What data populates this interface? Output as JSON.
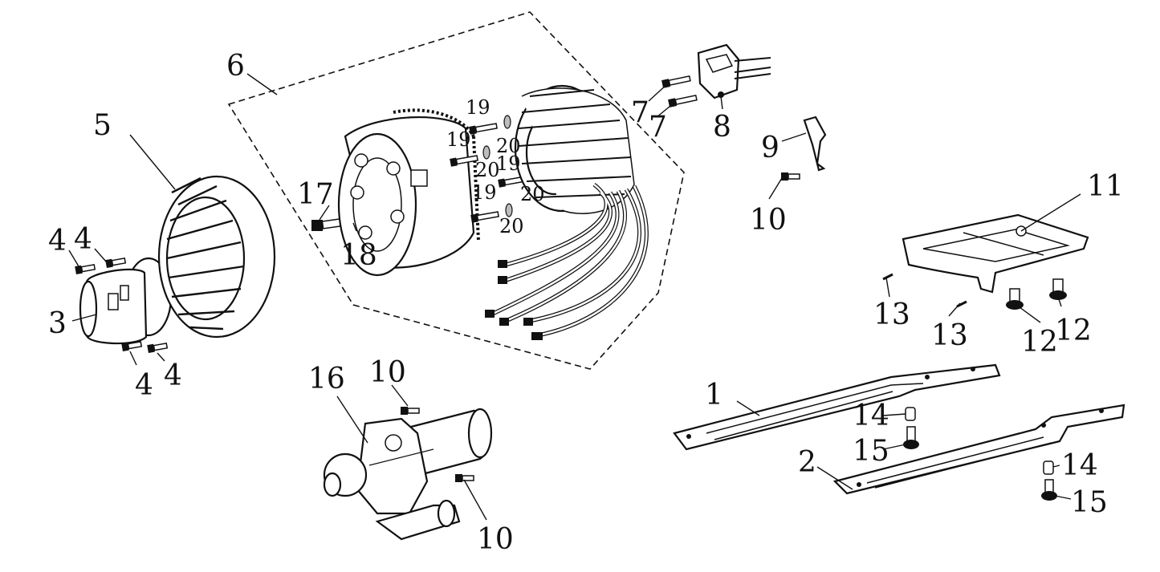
{
  "callouts": [
    {
      "id": "c1",
      "text": "1"
    },
    {
      "id": "c2",
      "text": "2"
    },
    {
      "id": "c3",
      "text": "3"
    },
    {
      "id": "c4a",
      "text": "4"
    },
    {
      "id": "c4b",
      "text": "4"
    },
    {
      "id": "c4c",
      "text": "4"
    },
    {
      "id": "c4d",
      "text": "4"
    },
    {
      "id": "c5",
      "text": "5"
    },
    {
      "id": "c6",
      "text": "6"
    },
    {
      "id": "c7a",
      "text": "7"
    },
    {
      "id": "c7b",
      "text": "7"
    },
    {
      "id": "c8",
      "text": "8"
    },
    {
      "id": "c9",
      "text": "9"
    },
    {
      "id": "c10a",
      "text": "10"
    },
    {
      "id": "c10b",
      "text": "10"
    },
    {
      "id": "c10c",
      "text": "10"
    },
    {
      "id": "c11",
      "text": "11"
    },
    {
      "id": "c12a",
      "text": "12"
    },
    {
      "id": "c12b",
      "text": "12"
    },
    {
      "id": "c13a",
      "text": "13"
    },
    {
      "id": "c13b",
      "text": "13"
    },
    {
      "id": "c14a",
      "text": "14"
    },
    {
      "id": "c14b",
      "text": "14"
    },
    {
      "id": "c15a",
      "text": "15"
    },
    {
      "id": "c15b",
      "text": "15"
    },
    {
      "id": "c16",
      "text": "16"
    },
    {
      "id": "c17",
      "text": "17"
    },
    {
      "id": "c18",
      "text": "18"
    },
    {
      "id": "c19a",
      "text": "19"
    },
    {
      "id": "c19b",
      "text": "19"
    },
    {
      "id": "c19c",
      "text": "19"
    },
    {
      "id": "c19d",
      "text": "19"
    },
    {
      "id": "c20a",
      "text": "20"
    },
    {
      "id": "c20b",
      "text": "20"
    },
    {
      "id": "c20c",
      "text": "20"
    },
    {
      "id": "c20d",
      "text": "20"
    }
  ]
}
